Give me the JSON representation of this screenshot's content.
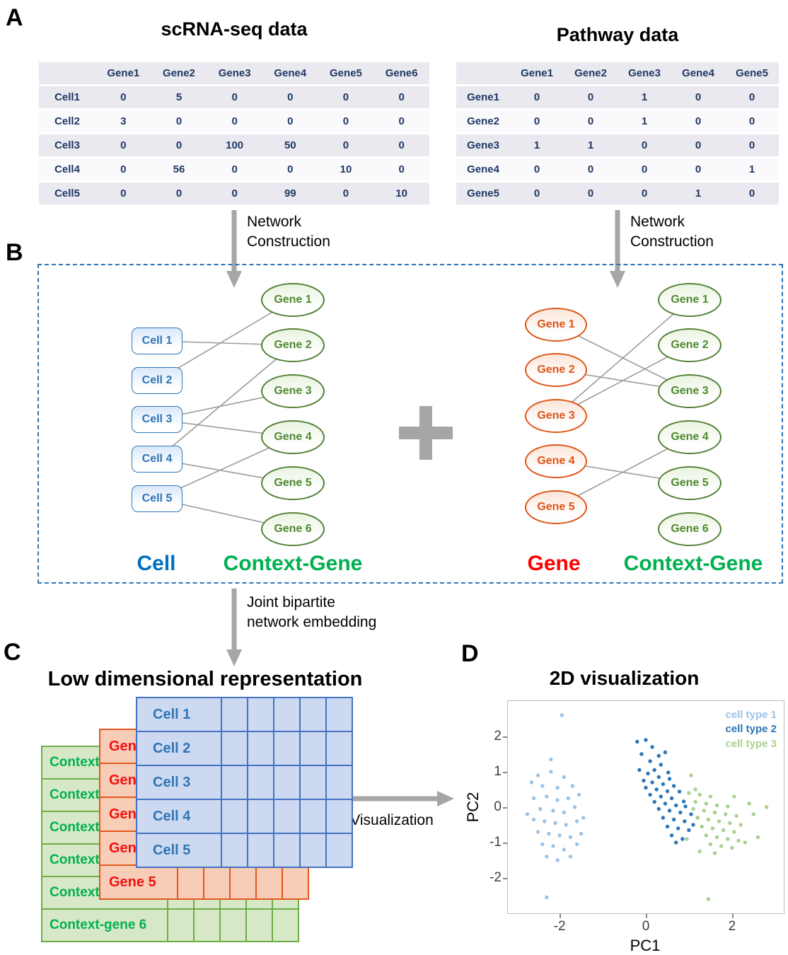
{
  "panel_labels": {
    "a": "A",
    "b": "B",
    "c": "C",
    "d": "D"
  },
  "colors": {
    "cell_blue": "#0070c0",
    "context_green": "#00b050",
    "gene_red": "#ff0000",
    "orange_node": "#dd5418",
    "table_text_navy": "#1f3864",
    "dashed_border_blue": "#2e75b6",
    "arrow_gray": "#a6a6a6"
  },
  "scrna_table": {
    "title": "scRNA-seq data",
    "columns": [
      "Gene1",
      "Gene2",
      "Gene3",
      "Gene4",
      "Gene5",
      "Gene6"
    ],
    "rows": [
      {
        "label": "Cell1",
        "values": [
          "0",
          "5",
          "0",
          "0",
          "0",
          "0"
        ]
      },
      {
        "label": "Cell2",
        "values": [
          "3",
          "0",
          "0",
          "0",
          "0",
          "0"
        ]
      },
      {
        "label": "Cell3",
        "values": [
          "0",
          "0",
          "100",
          "50",
          "0",
          "0"
        ]
      },
      {
        "label": "Cell4",
        "values": [
          "0",
          "56",
          "0",
          "0",
          "10",
          "0"
        ]
      },
      {
        "label": "Cell5",
        "values": [
          "0",
          "0",
          "0",
          "99",
          "0",
          "10"
        ]
      }
    ]
  },
  "pathway_table": {
    "title": "Pathway data",
    "columns": [
      "Gene1",
      "Gene2",
      "Gene3",
      "Gene4",
      "Gene5"
    ],
    "rows": [
      {
        "label": "Gene1",
        "values": [
          "0",
          "0",
          "1",
          "0",
          "0"
        ]
      },
      {
        "label": "Gene2",
        "values": [
          "0",
          "0",
          "1",
          "0",
          "0"
        ]
      },
      {
        "label": "Gene3",
        "values": [
          "1",
          "1",
          "0",
          "0",
          "0"
        ]
      },
      {
        "label": "Gene4",
        "values": [
          "0",
          "0",
          "0",
          "0",
          "1"
        ]
      },
      {
        "label": "Gene5",
        "values": [
          "0",
          "0",
          "0",
          "1",
          "0"
        ]
      }
    ]
  },
  "arrows": {
    "network_construction_left": {
      "line1": "Network",
      "line2": "Construction"
    },
    "network_construction_right": {
      "line1": "Network",
      "line2": "Construction"
    },
    "joint_embedding": {
      "line1": "Joint bipartite",
      "line2": "network embedding"
    },
    "visualization": "Visualization"
  },
  "cell_gene_network": {
    "cell_nodes": [
      "Cell 1",
      "Cell 2",
      "Cell 3",
      "Cell 4",
      "Cell 5"
    ],
    "gene_nodes": [
      "Gene 1",
      "Gene 2",
      "Gene 3",
      "Gene 4",
      "Gene 5",
      "Gene 6"
    ],
    "edges": [
      [
        "c1",
        "g2"
      ],
      [
        "c2",
        "g1"
      ],
      [
        "c3",
        "g3"
      ],
      [
        "c3",
        "g4"
      ],
      [
        "c4",
        "g2"
      ],
      [
        "c4",
        "g5"
      ],
      [
        "c5",
        "g4"
      ],
      [
        "c5",
        "g6"
      ]
    ],
    "left_caption": "Cell",
    "right_caption": "Context-Gene"
  },
  "gene_gene_network": {
    "gene_nodes": [
      "Gene 1",
      "Gene 2",
      "Gene 3",
      "Gene 4",
      "Gene 5"
    ],
    "context_nodes": [
      "Gene 1",
      "Gene 2",
      "Gene 3",
      "Gene 4",
      "Gene 5",
      "Gene 6"
    ],
    "edges": [
      [
        "o1",
        "t3"
      ],
      [
        "o2",
        "t3"
      ],
      [
        "o3",
        "t1"
      ],
      [
        "o3",
        "t2"
      ],
      [
        "o4",
        "t5"
      ],
      [
        "o5",
        "t4"
      ]
    ],
    "left_caption": "Gene",
    "right_caption": "Context-Gene"
  },
  "low_dim": {
    "title": "Low dimensional representation",
    "cell_rows": [
      "Cell 1",
      "Cell 2",
      "Cell 3",
      "Cell 4",
      "Cell 5"
    ],
    "gene_rows": [
      "Gene 1",
      "Gene 2",
      "Gene 3",
      "Gene 4",
      "Gene 5"
    ],
    "context_rows": [
      "Context-gene 1",
      "Context-gene 2",
      "Context-gene 3",
      "Context-gene 4",
      "Context-gene 5",
      "Context-gene 6"
    ]
  },
  "chart_data": {
    "type": "scatter",
    "title": "2D visualization",
    "xlabel": "PC1",
    "ylabel": "PC2",
    "xlim": [
      -3.2,
      3.2
    ],
    "ylim": [
      -3.0,
      3.0
    ],
    "xticks": [
      -2,
      0,
      2
    ],
    "yticks": [
      2,
      1,
      0,
      -1,
      -2
    ],
    "grid": false,
    "legend_position": "top-right",
    "series": [
      {
        "name": "cell type 1",
        "color": "#9dc3e6",
        "points": [
          [
            -2.5,
            0.9
          ],
          [
            -2.2,
            1.0
          ],
          [
            -1.9,
            0.85
          ],
          [
            -2.4,
            0.6
          ],
          [
            -2.05,
            0.55
          ],
          [
            -1.7,
            0.6
          ],
          [
            -2.6,
            0.25
          ],
          [
            -2.3,
            0.3
          ],
          [
            -2.05,
            0.2
          ],
          [
            -1.8,
            0.25
          ],
          [
            -1.55,
            0.35
          ],
          [
            -2.45,
            -0.05
          ],
          [
            -2.15,
            -0.1
          ],
          [
            -1.9,
            -0.15
          ],
          [
            -1.65,
            0.0
          ],
          [
            -2.6,
            -0.35
          ],
          [
            -2.35,
            -0.4
          ],
          [
            -2.1,
            -0.45
          ],
          [
            -1.85,
            -0.5
          ],
          [
            -1.6,
            -0.4
          ],
          [
            -2.5,
            -0.7
          ],
          [
            -2.25,
            -0.75
          ],
          [
            -2.0,
            -0.8
          ],
          [
            -1.75,
            -0.85
          ],
          [
            -1.5,
            -0.75
          ],
          [
            -2.4,
            -1.05
          ],
          [
            -2.15,
            -1.1
          ],
          [
            -1.9,
            -1.2
          ],
          [
            -2.3,
            -1.4
          ],
          [
            -2.05,
            -1.5
          ],
          [
            -1.75,
            -1.4
          ],
          [
            -2.2,
            1.35
          ],
          [
            -1.95,
            2.6
          ],
          [
            -2.3,
            -2.55
          ],
          [
            -2.75,
            -0.2
          ],
          [
            -1.45,
            -0.3
          ],
          [
            -1.6,
            -1.05
          ],
          [
            -2.65,
            0.7
          ]
        ]
      },
      {
        "name": "cell type 2",
        "color": "#2e75b6",
        "points": [
          [
            0.0,
            1.9
          ],
          [
            0.15,
            1.7
          ],
          [
            -0.1,
            1.5
          ],
          [
            0.3,
            1.45
          ],
          [
            0.1,
            1.3
          ],
          [
            0.35,
            1.2
          ],
          [
            0.2,
            1.05
          ],
          [
            0.52,
            0.98
          ],
          [
            0.05,
            0.95
          ],
          [
            0.3,
            0.85
          ],
          [
            0.55,
            0.8
          ],
          [
            0.15,
            0.7
          ],
          [
            0.4,
            0.65
          ],
          [
            0.65,
            0.6
          ],
          [
            0.0,
            0.55
          ],
          [
            0.25,
            0.5
          ],
          [
            0.5,
            0.45
          ],
          [
            0.78,
            0.44
          ],
          [
            0.1,
            0.35
          ],
          [
            0.35,
            0.3
          ],
          [
            0.6,
            0.25
          ],
          [
            0.88,
            0.16
          ],
          [
            0.2,
            0.15
          ],
          [
            0.45,
            0.1
          ],
          [
            0.7,
            0.05
          ],
          [
            0.92,
            0.02
          ],
          [
            0.3,
            -0.05
          ],
          [
            0.55,
            -0.1
          ],
          [
            0.8,
            -0.15
          ],
          [
            1.05,
            -0.2
          ],
          [
            0.4,
            -0.3
          ],
          [
            0.65,
            -0.35
          ],
          [
            0.9,
            -0.4
          ],
          [
            0.5,
            -0.55
          ],
          [
            0.75,
            -0.6
          ],
          [
            1.0,
            -0.65
          ],
          [
            0.6,
            -0.8
          ],
          [
            0.85,
            -0.9
          ],
          [
            1.1,
            -0.5
          ],
          [
            -0.15,
            1.05
          ],
          [
            -0.05,
            0.75
          ],
          [
            1.2,
            -0.3
          ],
          [
            0.45,
            1.55
          ],
          [
            -0.2,
            1.85
          ],
          [
            0.7,
            -1.0
          ]
        ]
      },
      {
        "name": "cell type 3",
        "color": "#a9d18e",
        "points": [
          [
            1.0,
            0.4
          ],
          [
            1.25,
            0.35
          ],
          [
            1.5,
            0.3
          ],
          [
            1.15,
            0.15
          ],
          [
            1.4,
            0.1
          ],
          [
            1.65,
            0.05
          ],
          [
            1.9,
            0.02
          ],
          [
            1.1,
            -0.05
          ],
          [
            1.35,
            -0.1
          ],
          [
            1.6,
            -0.15
          ],
          [
            1.85,
            -0.2
          ],
          [
            2.1,
            -0.25
          ],
          [
            1.2,
            -0.3
          ],
          [
            1.45,
            -0.35
          ],
          [
            1.7,
            -0.4
          ],
          [
            1.95,
            -0.45
          ],
          [
            2.2,
            -0.5
          ],
          [
            1.3,
            -0.55
          ],
          [
            1.55,
            -0.6
          ],
          [
            1.8,
            -0.65
          ],
          [
            2.05,
            -0.7
          ],
          [
            1.4,
            -0.8
          ],
          [
            1.65,
            -0.85
          ],
          [
            1.9,
            -0.9
          ],
          [
            2.15,
            -0.95
          ],
          [
            1.5,
            -1.05
          ],
          [
            1.75,
            -1.1
          ],
          [
            2.0,
            -1.15
          ],
          [
            1.6,
            -1.3
          ],
          [
            2.5,
            -0.2
          ],
          [
            2.8,
            0.0
          ],
          [
            2.3,
            -1.0
          ],
          [
            1.15,
            0.5
          ],
          [
            2.6,
            -0.85
          ],
          [
            1.45,
            -2.6
          ],
          [
            2.05,
            0.3
          ],
          [
            0.95,
            -0.9
          ],
          [
            2.4,
            0.1
          ],
          [
            1.25,
            -1.25
          ],
          [
            1.05,
            0.9
          ]
        ]
      }
    ]
  }
}
